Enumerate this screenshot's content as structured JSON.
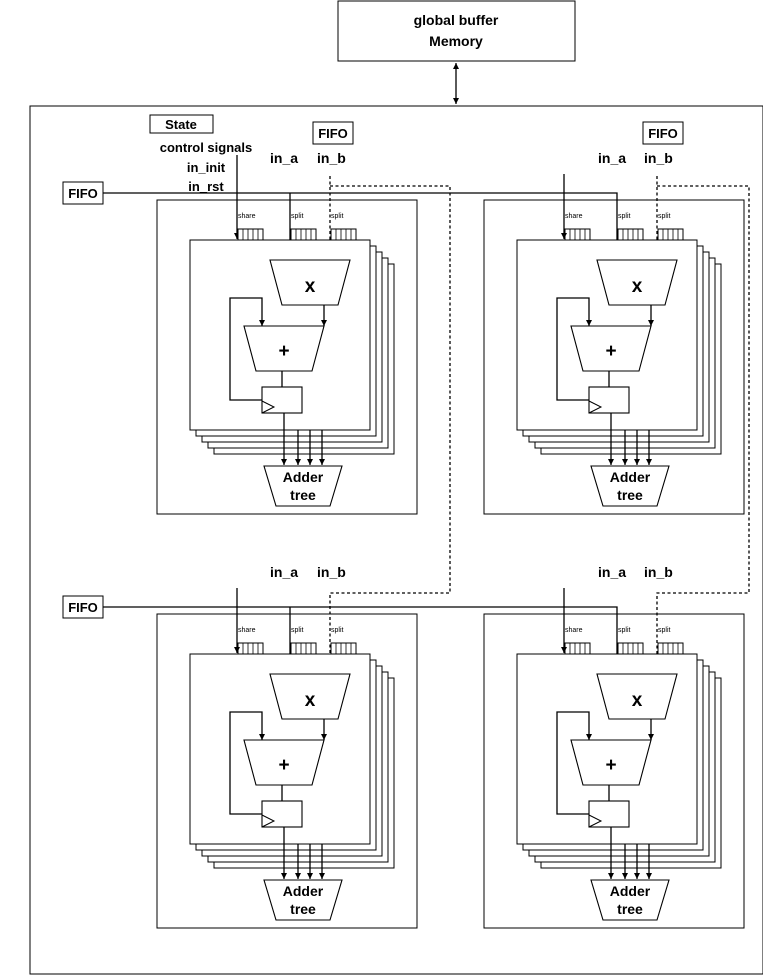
{
  "memory": {
    "line1": "global buffer",
    "line2": "Memory"
  },
  "state": {
    "box": "State",
    "line1": "control signals",
    "line2": "in_init",
    "line3": "in_rst"
  },
  "fifo_label": "FIFO",
  "labels": {
    "in_a": "in_a",
    "in_b": "in_b",
    "share": "share",
    "split": "split",
    "mul": "x",
    "add": "+",
    "adder_l1": "Adder",
    "adder_l2": "tree"
  },
  "pe_blocks": [
    {
      "id": "pe-block-top-left"
    },
    {
      "id": "pe-block-top-right"
    },
    {
      "id": "pe-block-bottom-left"
    },
    {
      "id": "pe-block-bottom-right"
    }
  ]
}
